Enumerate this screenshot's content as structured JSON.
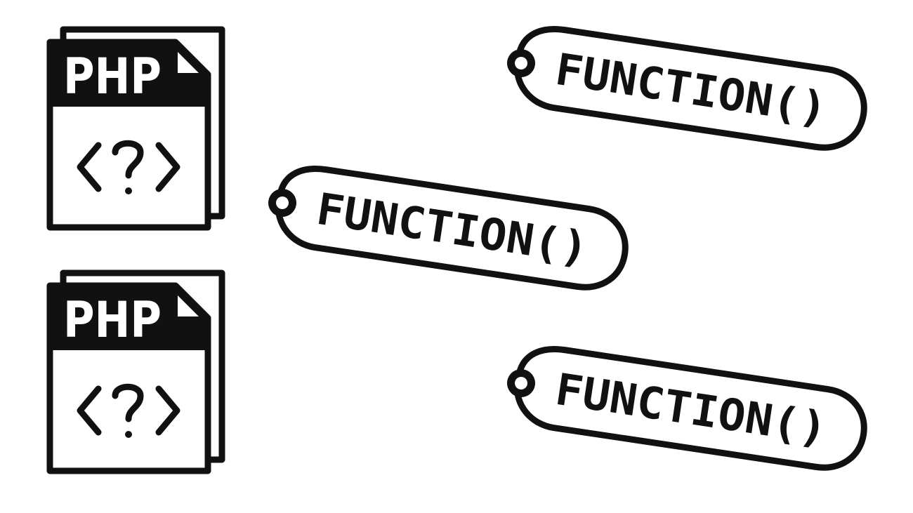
{
  "files": [
    {
      "label": "PHP",
      "symbol": "<?>",
      "icon": "php-file-icon"
    },
    {
      "label": "PHP",
      "symbol": "<?>",
      "icon": "php-file-icon"
    }
  ],
  "tags": [
    {
      "label": "FUNCTION()",
      "icon": "function-tag-icon"
    },
    {
      "label": "FUNCTION()",
      "icon": "function-tag-icon"
    },
    {
      "label": "FUNCTION()",
      "icon": "function-tag-icon"
    }
  ],
  "colors": {
    "ink": "#111111",
    "paper": "#ffffff"
  }
}
